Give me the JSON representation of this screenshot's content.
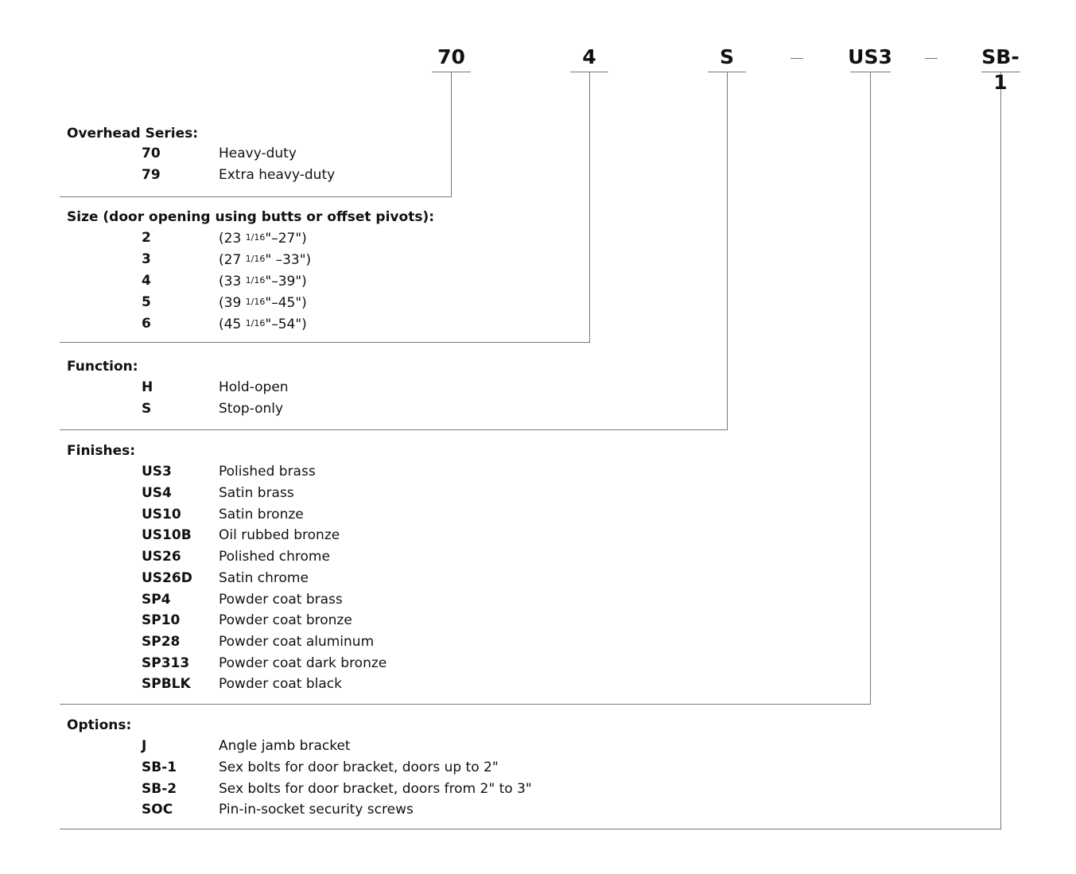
{
  "header": {
    "codes": [
      "70",
      "4",
      "S",
      "US3",
      "SB-1"
    ],
    "separator": "—"
  },
  "sections": [
    {
      "title": "Overhead Series:",
      "items": [
        {
          "code": "70",
          "desc": "Heavy-duty"
        },
        {
          "code": "79",
          "desc": "Extra heavy-duty"
        }
      ]
    },
    {
      "title": "Size (door opening using butts or offset pivots):",
      "items": [
        {
          "code": "2",
          "range": [
            "(23 ",
            "1/16",
            "\"–27\")"
          ]
        },
        {
          "code": "3",
          "range": [
            "(27 ",
            "1/16",
            "\" –33\")"
          ]
        },
        {
          "code": "4",
          "range": [
            "(33 ",
            "1/16",
            "\"–39\")"
          ]
        },
        {
          "code": "5",
          "range": [
            "(39 ",
            "1/16",
            "\"–45\")"
          ]
        },
        {
          "code": "6",
          "range": [
            "(45 ",
            "1/16",
            "\"–54\")"
          ]
        }
      ]
    },
    {
      "title": "Function:",
      "items": [
        {
          "code": "H",
          "desc": "Hold-open"
        },
        {
          "code": "S",
          "desc": "Stop-only"
        }
      ]
    },
    {
      "title": "Finishes:",
      "items": [
        {
          "code": "US3",
          "desc": "Polished brass"
        },
        {
          "code": "US4",
          "desc": "Satin brass"
        },
        {
          "code": "US10",
          "desc": "Satin bronze"
        },
        {
          "code": "US10B",
          "desc": "Oil rubbed bronze"
        },
        {
          "code": "US26",
          "desc": "Polished chrome"
        },
        {
          "code": "US26D",
          "desc": "Satin chrome"
        },
        {
          "code": "SP4",
          "desc": "Powder coat brass"
        },
        {
          "code": "SP10",
          "desc": "Powder coat bronze"
        },
        {
          "code": "SP28",
          "desc": "Powder coat aluminum"
        },
        {
          "code": "SP313",
          "desc": "Powder coat dark bronze"
        },
        {
          "code": "SPBLK",
          "desc": "Powder coat black"
        }
      ]
    },
    {
      "title": "Options:",
      "items": [
        {
          "code": "J",
          "desc": "Angle jamb bracket"
        },
        {
          "code": "SB-1",
          "desc": "Sex bolts for door bracket, doors up to 2\""
        },
        {
          "code": "SB-2",
          "desc": "Sex bolts for door bracket, doors from 2\" to 3\""
        },
        {
          "code": "SOC",
          "desc": "Pin-in-socket security screws"
        }
      ]
    }
  ]
}
